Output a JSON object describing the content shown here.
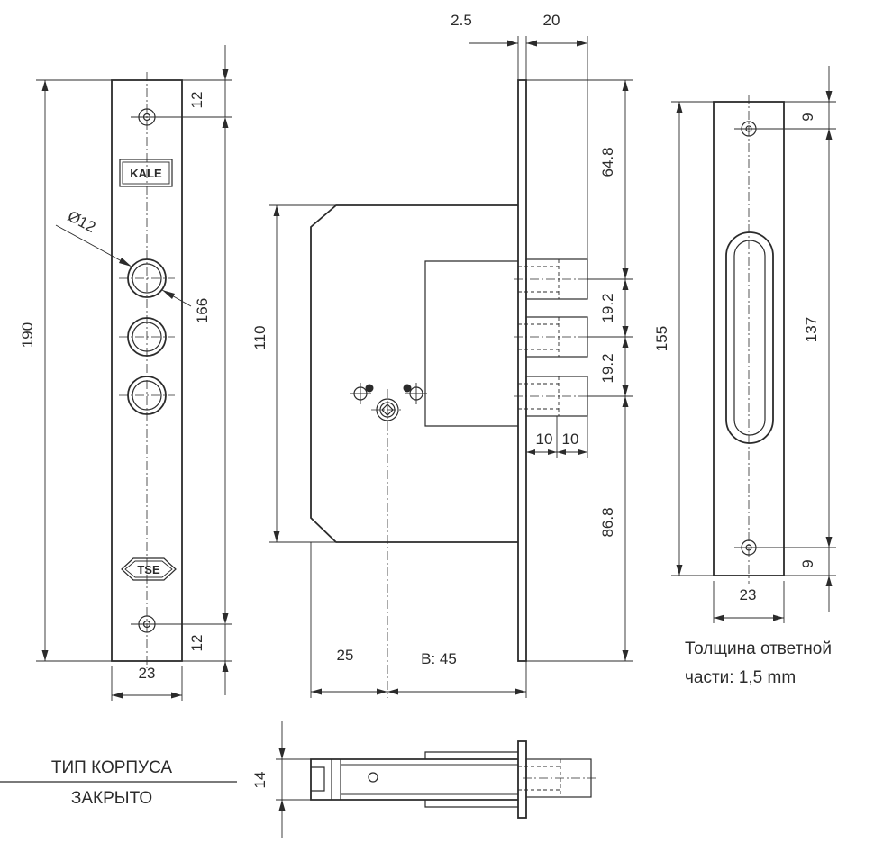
{
  "front_plate": {
    "height": "190",
    "width": "23",
    "top_hole_offset": "12",
    "bottom_hole_offset": "12",
    "hole_diameter": "Ø12",
    "cylinder_spacing": "166",
    "logo_top": "KALE",
    "logo_bottom": "TSE"
  },
  "side_view": {
    "faceplate_thickness": "2.5",
    "bolt_projection": "20",
    "upper_distance": "64.8",
    "bolt_pitch_1": "19.2",
    "bolt_pitch_2": "19.2",
    "bolt_width_a": "10",
    "bolt_width_b": "10",
    "lower_distance": "86.8",
    "case_height": "110",
    "edge_to_spindle": "25",
    "backset": "B: 45"
  },
  "strike_plate": {
    "height": "155",
    "slot_length": "137",
    "top_offset": "9",
    "bottom_offset": "9",
    "width": "23",
    "note_line1": "Толщина ответной",
    "note_line2": "части: 1,5 mm"
  },
  "bottom_view": {
    "case_depth": "14",
    "case_type_label": "ТИП КОРПУСА",
    "case_type_value": "ЗАКРЫТО"
  }
}
